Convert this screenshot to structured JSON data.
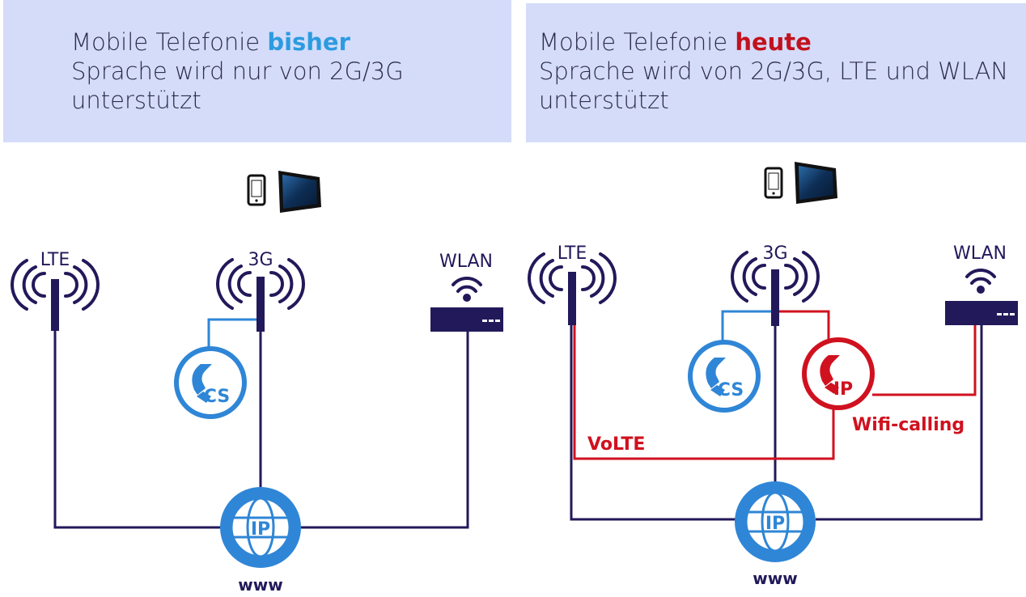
{
  "left": {
    "title_prefix": "Mobile Telefonie ",
    "title_highlight": "bisher",
    "highlight_color": "#2c9be0",
    "line2": "Sprache wird nur von 2G/3G",
    "line3": "unterstützt",
    "lte_label": "LTE",
    "g3_label": "3G",
    "wlan_label": "WLAN",
    "cs_label": "CS",
    "ip_label": "IP",
    "www_label": "www"
  },
  "right": {
    "title_prefix": "Mobile Telefonie ",
    "title_highlight": "heute",
    "highlight_color": "#c3111d",
    "line2": "Sprache wird von 2G/3G, LTE und WLAN",
    "line3": "unterstützt",
    "lte_label": "LTE",
    "g3_label": "3G",
    "wlan_label": "WLAN",
    "cs_label": "CS",
    "ip_phone_label": "IP",
    "ip_label": "IP",
    "www_label": "www",
    "volte_label": "VoLTE",
    "wifi_label": "Wifi-calling"
  },
  "colors": {
    "box_bg": "#d4dcf9",
    "navy": "#22195a",
    "blue": "#2f86d6",
    "red": "#d0111f"
  }
}
